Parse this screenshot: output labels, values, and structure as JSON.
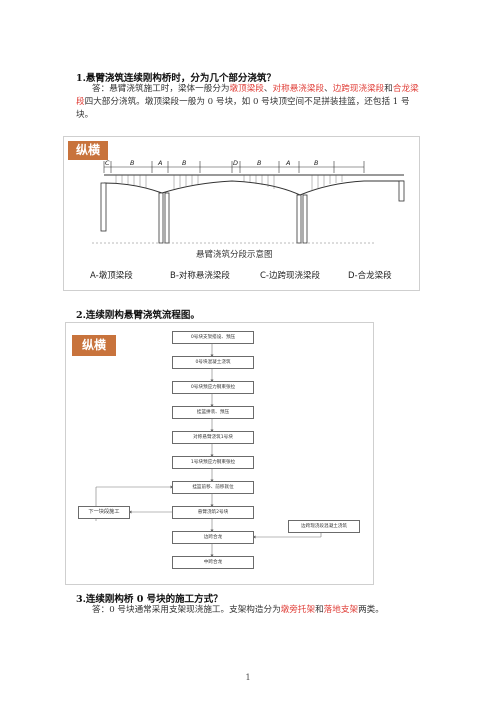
{
  "q1": {
    "title": "1.悬臂浇筑连续刚构桥时，分为几个部分浇筑？",
    "a_prefix": "答：悬臂浇筑施工时，梁体一般分为",
    "seg1": "墩顶梁段",
    "sep1": "、",
    "seg2": "对称悬浇梁段",
    "sep2": "、",
    "seg3": "边跨现浇梁段",
    "and": "和",
    "seg4": "合龙梁段",
    "a_suffix": "四大部分浇筑。墩顶梁段一般为 0 号块，如 0 号块顶空间不足拼装挂篮，还包括 1 号块。"
  },
  "fig1": {
    "badge": "纵横",
    "caption": "悬臂浇筑分段示意图",
    "labels": [
      "C",
      "B",
      "A",
      "B",
      "D",
      "B",
      "A",
      "B"
    ],
    "legend": [
      "A-墩顶梁段",
      "B-对称悬浇梁段",
      "C-边跨现浇梁段",
      "D-合龙梁段"
    ]
  },
  "q2": {
    "title": "2.连续刚构悬臂浇筑流程图。"
  },
  "fig2": {
    "badge": "纵横",
    "steps": [
      "0号块支架搭设、预压",
      "0号块混凝土浇筑",
      "0号块预应力钢束张拉",
      "挂篮拼装、预压",
      "对称悬臂浇筑1号块",
      "1号块预应力钢束张拉",
      "挂篮前移、前移就位",
      "悬臂浇筑2号块",
      "边跨合龙",
      "中跨合龙"
    ],
    "left_box": "下一块段施工",
    "right_box": "边跨现浇段混凝土浇筑"
  },
  "q3": {
    "title": "3.连续刚构桥 0 号块的施工方式？",
    "a_prefix": "答：0 号块通常采用支架现浇施工。支架构造分为",
    "m1": "墩旁托架",
    "and": "和",
    "m2": "落地支架",
    "a_suffix": "两类。"
  },
  "page": {
    "number": "1"
  }
}
